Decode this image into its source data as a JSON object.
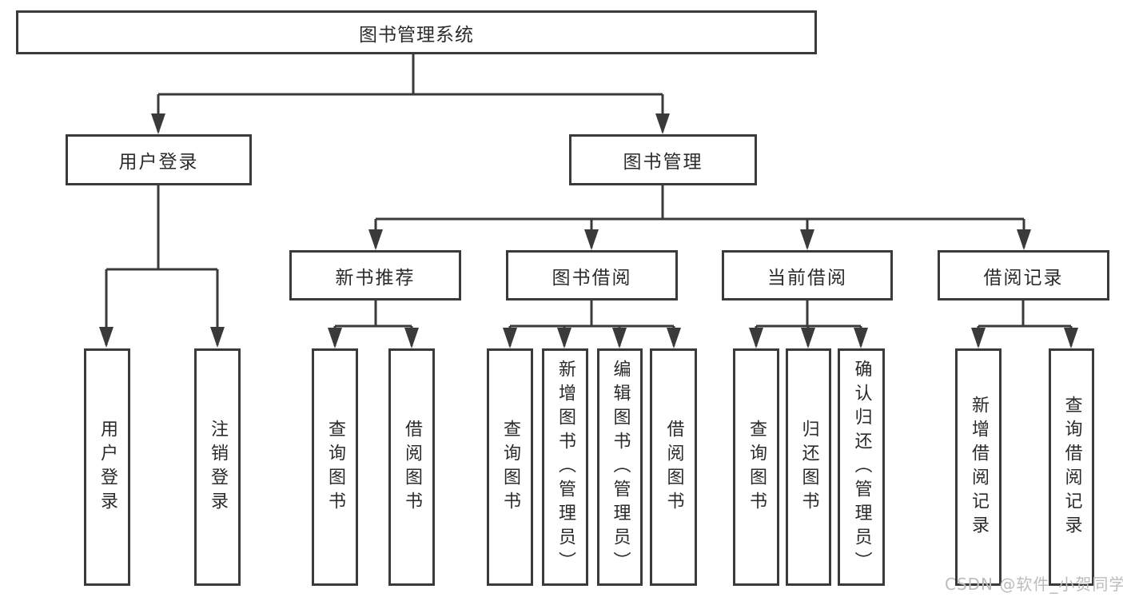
{
  "diagram": {
    "root": {
      "label": "图书管理系统"
    },
    "branches": [
      {
        "label": "用户登录",
        "children": [
          {
            "label": "用户登录"
          },
          {
            "label": "注销登录"
          }
        ]
      },
      {
        "label": "图书管理",
        "children": [
          {
            "label": "新书推荐",
            "children": [
              {
                "label": "查询图书"
              },
              {
                "label": "借阅图书"
              }
            ]
          },
          {
            "label": "图书借阅",
            "children": [
              {
                "label": "查询图书"
              },
              {
                "label": "新增图书（管理员）"
              },
              {
                "label": "编辑图书（管理员）"
              },
              {
                "label": "借阅图书"
              }
            ]
          },
          {
            "label": "当前借阅",
            "children": [
              {
                "label": "查询图书"
              },
              {
                "label": "归还图书"
              },
              {
                "label": "确认归还（管理员）"
              }
            ]
          },
          {
            "label": "借阅记录",
            "children": [
              {
                "label": "新增借阅记录"
              },
              {
                "label": "查询借阅记录"
              }
            ]
          }
        ]
      }
    ]
  },
  "watermark": {
    "text": "CSDN @软件_小贺同学"
  },
  "colors": {
    "line": "#3a3a3a",
    "text": "#2b2b2b",
    "watermark_gray": "#bcbcbc",
    "background": "#ffffff"
  }
}
